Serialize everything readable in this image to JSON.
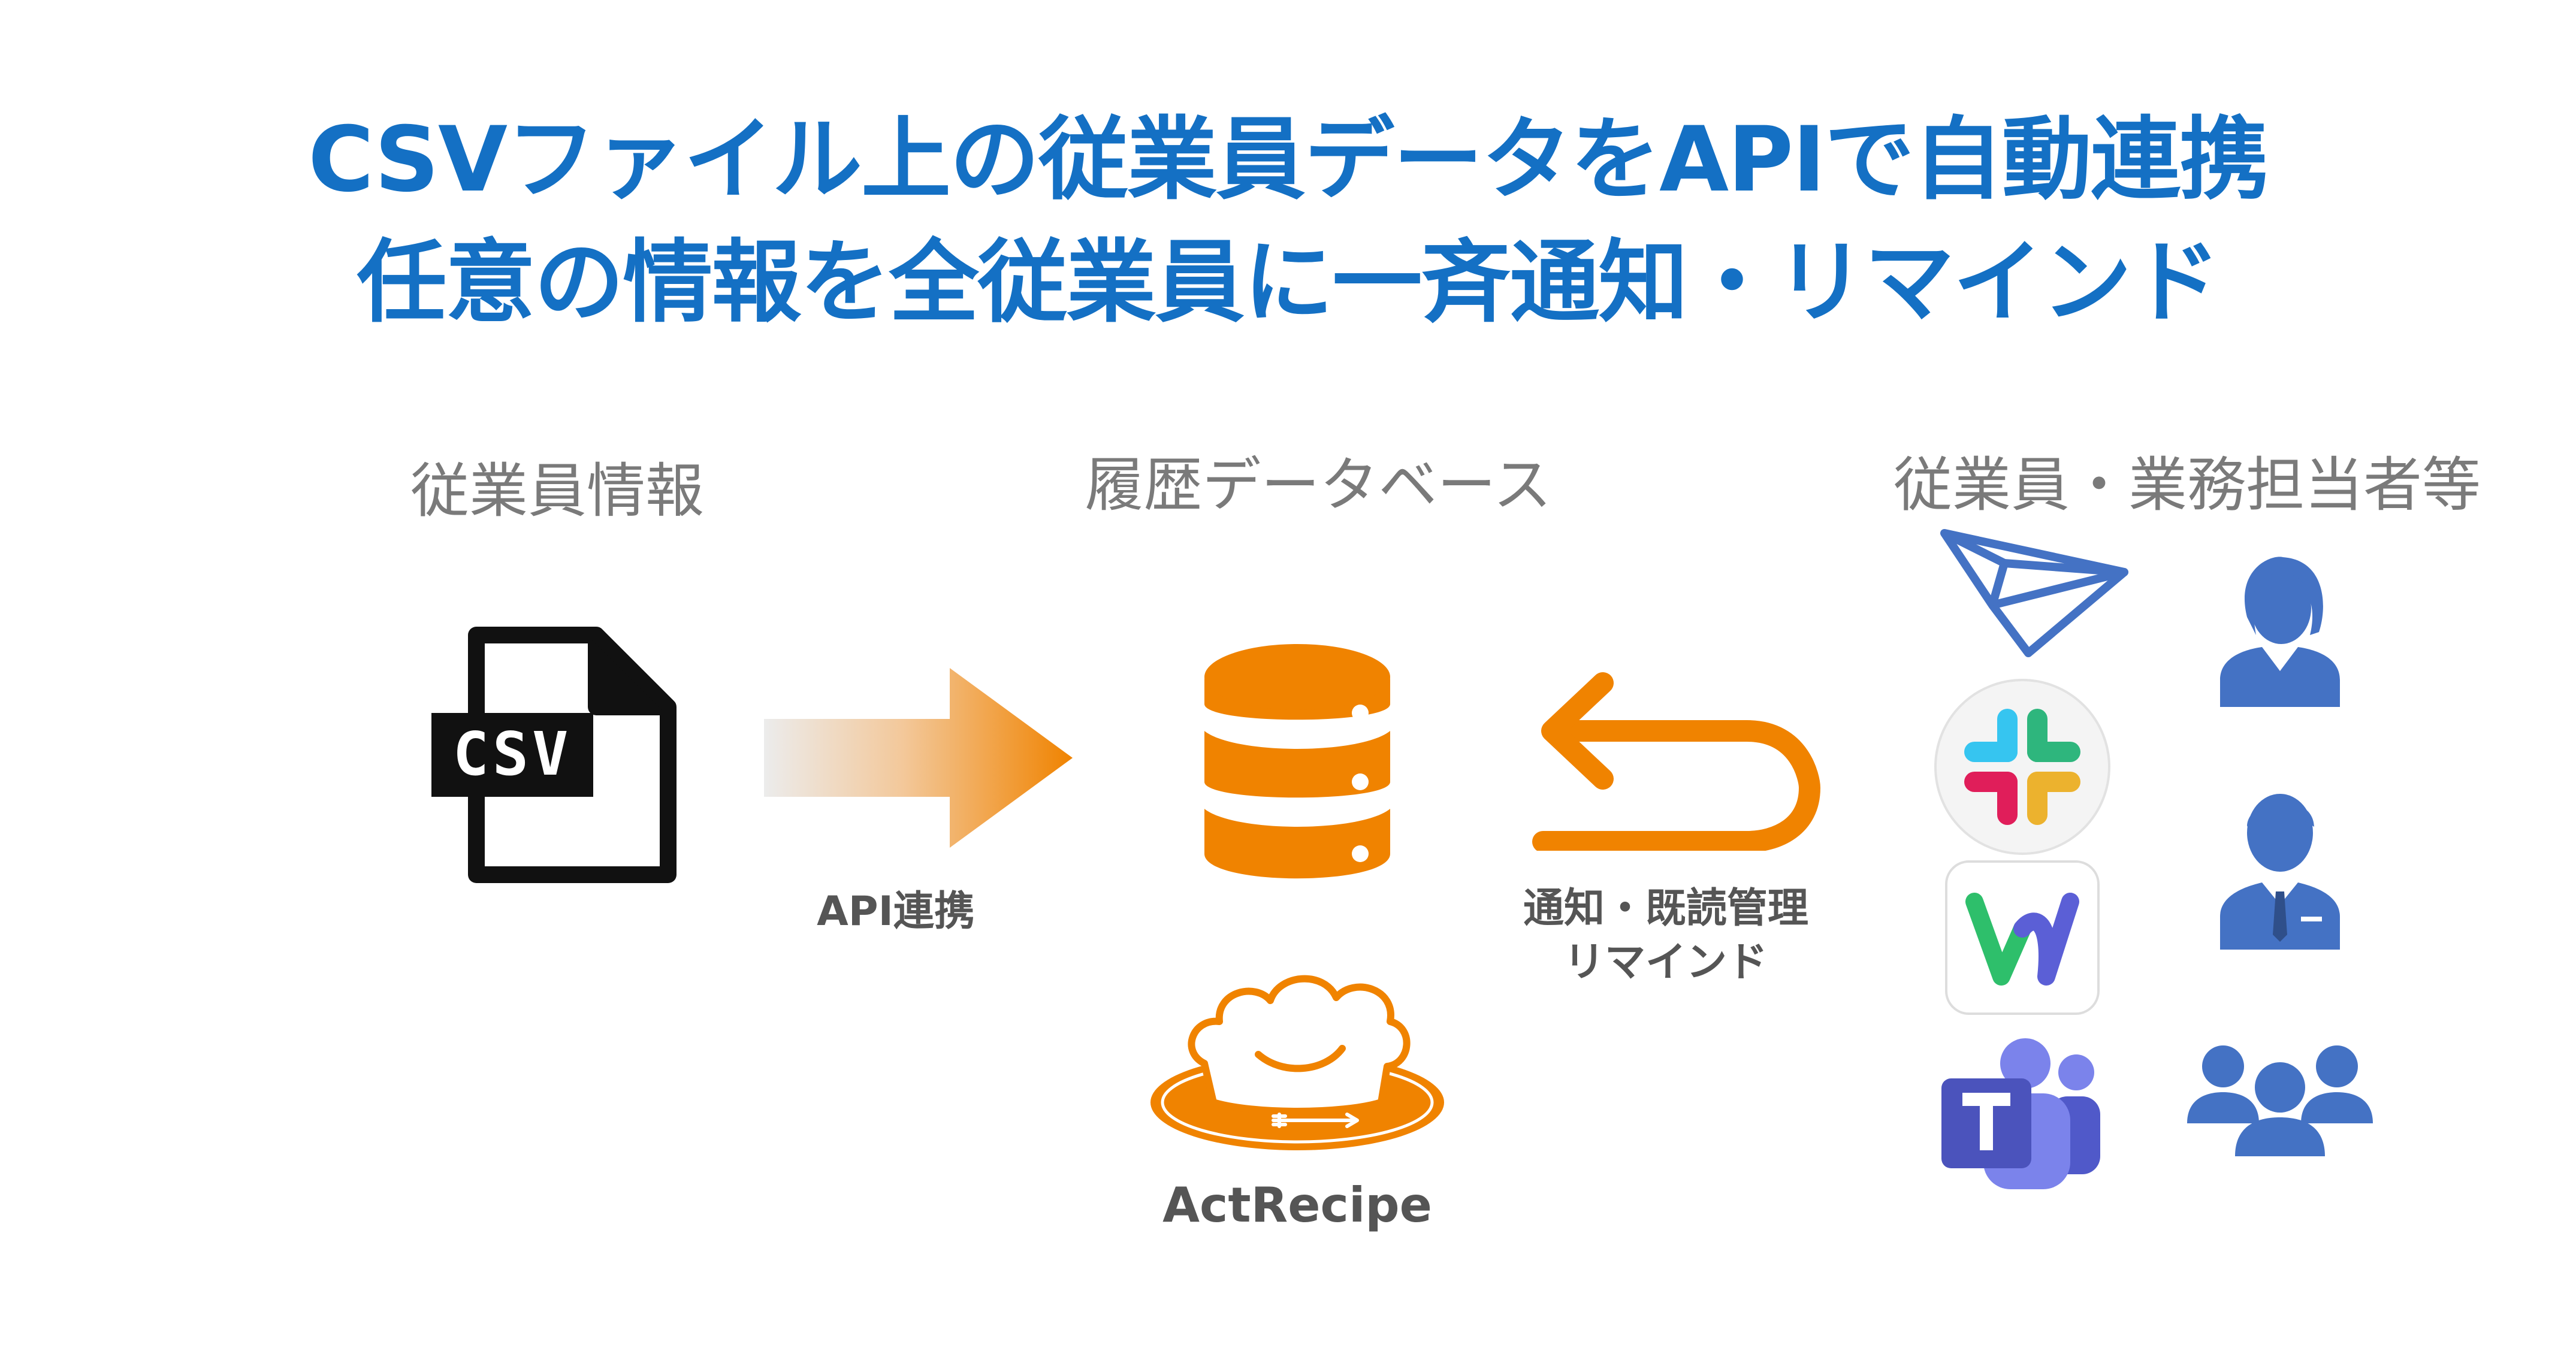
{
  "title": {
    "line1": "CSVファイル上の従業員データをAPIで自動連携",
    "line2": "任意の情報を全従業員に一斉通知・リマインド"
  },
  "columns": {
    "left_heading": "従業員情報",
    "center_heading": "履歴データベース",
    "right_heading": "従業員・業務担当者等"
  },
  "csv_file": {
    "label": "CSV"
  },
  "flows": {
    "api_label": "API連携",
    "notify_label_line1": "通知・既読管理",
    "notify_label_line2": "リマインド"
  },
  "brand": {
    "name": "ActRecipe"
  },
  "colors": {
    "title_blue": "#1470c4",
    "orange": "#f08300",
    "person_blue": "#4472c4",
    "heading_gray": "#7a7a7a"
  },
  "icons": {
    "channels": [
      "paper-plane-icon",
      "slack-icon",
      "workplace-icon",
      "teams-icon"
    ],
    "recipients": [
      "female-employee-icon",
      "male-employee-icon",
      "group-icon"
    ]
  }
}
